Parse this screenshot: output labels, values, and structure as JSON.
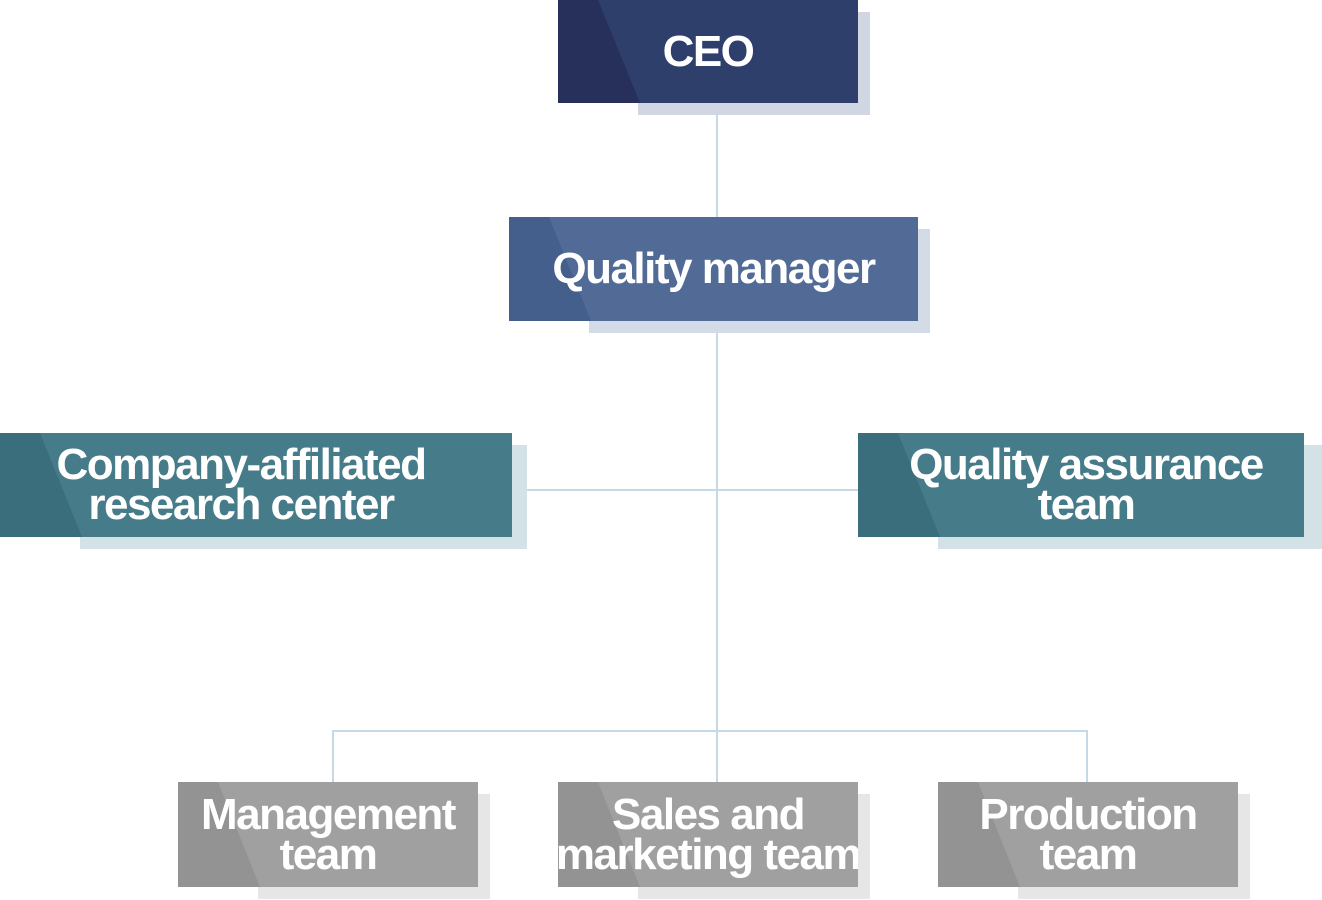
{
  "nodes": {
    "ceo": "CEO",
    "quality_manager": "Quality manager",
    "research_center": [
      "Company-affiliated",
      "research center"
    ],
    "quality_assurance": [
      "Quality assurance",
      "team"
    ],
    "management": [
      "Management",
      "team"
    ],
    "sales_marketing": [
      "Sales and",
      "marketing team"
    ],
    "production": [
      "Production",
      "team"
    ]
  },
  "colors": {
    "navy": "#2f3f6b",
    "blue": "#516b96",
    "teal": "#467b8a",
    "grey": "#a0a0a0",
    "connector": "#c5d9e6"
  }
}
